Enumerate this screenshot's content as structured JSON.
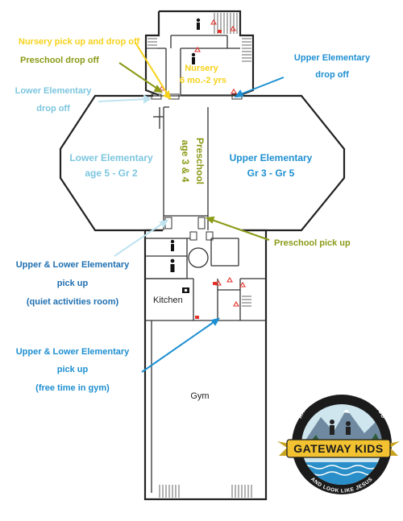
{
  "colors": {
    "upper_elementary": "#1d8fd1",
    "upper_elementary_dark": "#1f6fb0",
    "lower_elementary": "#7cc6df",
    "lower_elementary_arrow": "#bfe3f0",
    "preschool": "#8b9a17",
    "nursery": "#f6d21a",
    "wall": "#222222",
    "restroom_marker": "#e4322b"
  },
  "callouts": {
    "nursery_pickup_dropoff": "Nursery pick up and drop off",
    "preschool_dropoff": "Preschool drop off",
    "lower_elem_dropoff_line1": "Lower Elementary",
    "lower_elem_dropoff_line2": "drop off",
    "upper_elem_dropoff_line1": "Upper Elementary",
    "upper_elem_dropoff_line2": "drop off",
    "preschool_pickup": "Preschool pick up",
    "quiet_pickup_line1": "Upper & Lower Elementary",
    "quiet_pickup_line2": "pick up",
    "quiet_pickup_line3": "(quiet activities room)",
    "gym_pickup_line1": "Upper & Lower Elementary",
    "gym_pickup_line2": "pick up",
    "gym_pickup_line3": "(free time in gym)"
  },
  "rooms": {
    "nursery_line1": "Nursery",
    "nursery_line2": "6 mo.-2 yrs",
    "lower_elem_line1": "Lower Elementary",
    "lower_elem_line2": "age 5 - Gr 2",
    "preschool_line1": "Preschool",
    "preschool_line2": "age 3 & 4",
    "upper_elem_line1": "Upper Elementary",
    "upper_elem_line2": "Gr 3 - Gr 5",
    "kitchen": "Kitchen",
    "gym": "Gym"
  },
  "logo": {
    "name": "GATEWAY KIDS",
    "arc_top": "RAISING UP KIDS WHO KNOW GOD",
    "arc_bottom": "AND LOOK LIKE JESUS"
  }
}
